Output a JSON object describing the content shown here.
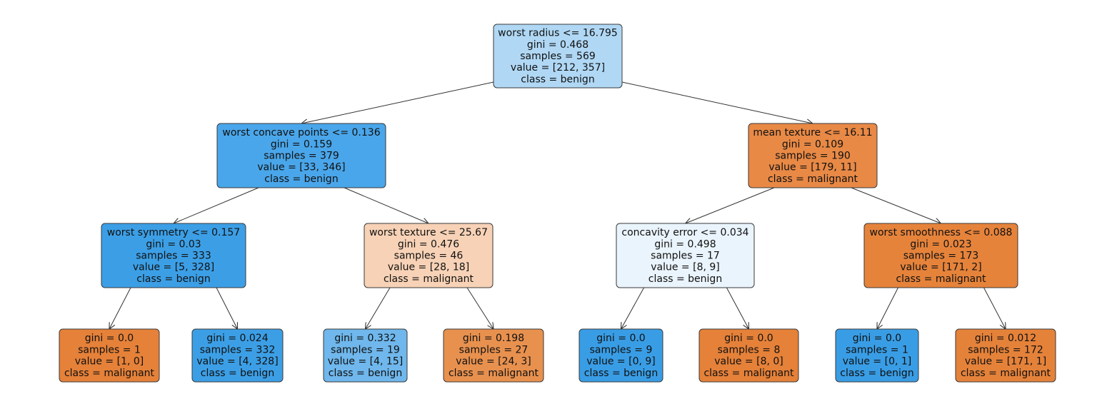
{
  "tree": {
    "nodes": [
      {
        "id": "root",
        "lines": [
          "worst radius <= 16.795",
          "gini = 0.468",
          "samples = 569",
          "value = [212, 357]",
          "class = benign"
        ],
        "fill": "#b0d8f5"
      },
      {
        "id": "L",
        "lines": [
          "worst concave points <= 0.136",
          "gini = 0.159",
          "samples = 379",
          "value = [33, 346]",
          "class = benign"
        ],
        "fill": "#4aa6ea"
      },
      {
        "id": "R",
        "lines": [
          "mean texture <= 16.11",
          "gini = 0.109",
          "samples = 190",
          "value = [179, 11]",
          "class = malignant"
        ],
        "fill": "#e88946"
      },
      {
        "id": "LL",
        "lines": [
          "worst symmetry <= 0.157",
          "gini = 0.03",
          "samples = 333",
          "value = [5, 328]",
          "class = benign"
        ],
        "fill": "#3c9fe6"
      },
      {
        "id": "LR",
        "lines": [
          "worst texture <= 25.67",
          "gini = 0.476",
          "samples = 46",
          "value = [28, 18]",
          "class = malignant"
        ],
        "fill": "#f7d2b6"
      },
      {
        "id": "RL",
        "lines": [
          "concavity error <= 0.034",
          "gini = 0.498",
          "samples = 17",
          "value = [8, 9]",
          "class = benign"
        ],
        "fill": "#eaf4fc"
      },
      {
        "id": "RR",
        "lines": [
          "worst smoothness <= 0.088",
          "gini = 0.023",
          "samples = 173",
          "value = [171, 2]",
          "class = malignant"
        ],
        "fill": "#e6833b"
      },
      {
        "id": "LLL",
        "lines": [
          "gini = 0.0",
          "samples = 1",
          "value = [1, 0]",
          "class = malignant"
        ],
        "fill": "#e58139"
      },
      {
        "id": "LLR",
        "lines": [
          "gini = 0.024",
          "samples = 332",
          "value = [4, 328]",
          "class = benign"
        ],
        "fill": "#3c9fe6"
      },
      {
        "id": "LRL",
        "lines": [
          "gini = 0.332",
          "samples = 19",
          "value = [4, 15]",
          "class = benign"
        ],
        "fill": "#6fb7ec"
      },
      {
        "id": "LRR",
        "lines": [
          "gini = 0.198",
          "samples = 27",
          "value = [24, 3]",
          "class = malignant"
        ],
        "fill": "#e8914f"
      },
      {
        "id": "RLL",
        "lines": [
          "gini = 0.0",
          "samples = 9",
          "value = [0, 9]",
          "class = benign"
        ],
        "fill": "#399de5"
      },
      {
        "id": "RLR",
        "lines": [
          "gini = 0.0",
          "samples = 8",
          "value = [8, 0]",
          "class = malignant"
        ],
        "fill": "#e58139"
      },
      {
        "id": "RRL",
        "lines": [
          "gini = 0.0",
          "samples = 1",
          "value = [0, 1]",
          "class = benign"
        ],
        "fill": "#399de5"
      },
      {
        "id": "RRR",
        "lines": [
          "gini = 0.012",
          "samples = 172",
          "value = [171, 1]",
          "class = malignant"
        ],
        "fill": "#e5823a"
      }
    ],
    "edges": [
      [
        "root",
        "L"
      ],
      [
        "root",
        "R"
      ],
      [
        "L",
        "LL"
      ],
      [
        "L",
        "LR"
      ],
      [
        "R",
        "RL"
      ],
      [
        "R",
        "RR"
      ],
      [
        "LL",
        "LLL"
      ],
      [
        "LL",
        "LLR"
      ],
      [
        "LR",
        "LRL"
      ],
      [
        "LR",
        "LRR"
      ],
      [
        "RL",
        "RLL"
      ],
      [
        "RL",
        "RLR"
      ],
      [
        "RR",
        "RRL"
      ],
      [
        "RR",
        "RRR"
      ]
    ]
  }
}
